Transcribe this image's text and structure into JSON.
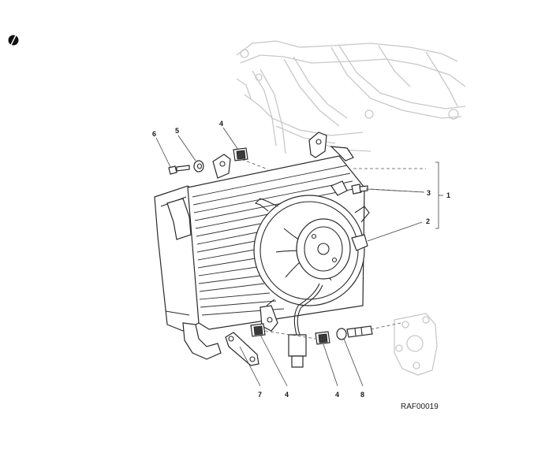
{
  "callouts": [
    "1",
    "2",
    "3",
    "4",
    "5",
    "6",
    "7",
    "8"
  ],
  "figure_code": "RAF00019"
}
